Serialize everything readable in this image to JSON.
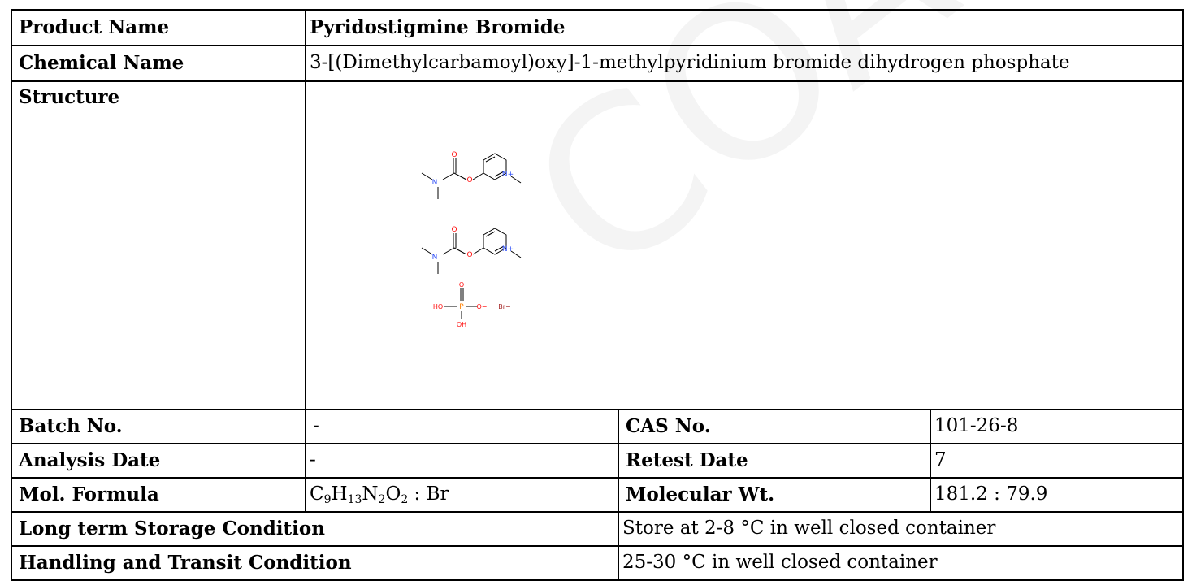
{
  "product": {
    "label": "Product Name",
    "value": "Pyridostigmine Bromide"
  },
  "chemical": {
    "label": "Chemical Name",
    "value": "3-[(Dimethylcarbamoyl)oxy]-1-methylpyridinium bromide dihydrogen phosphate"
  },
  "structure": {
    "label": "Structure",
    "atoms": {
      "oxygen": "O",
      "nitrogen": "N",
      "n_plus": "N+",
      "phosphorus": "P",
      "hydroxyl": "HO",
      "hydroxyl_b": "OH",
      "o_minus": "O−",
      "bromide": "Br−"
    },
    "colors": {
      "oxygen": "#ff0d0d",
      "nitrogen": "#3050f8",
      "phosphorus": "#ff8000",
      "bond": "#000000"
    }
  },
  "batch": {
    "label": "Batch No.",
    "value": "-"
  },
  "cas": {
    "label": "CAS No.",
    "value": "101-26-8"
  },
  "analysis": {
    "label": "Analysis Date",
    "value": "-"
  },
  "retest": {
    "label": "Retest Date",
    "value": "7"
  },
  "formula": {
    "label": "Mol. Formula",
    "c": "C",
    "c_n": "9",
    "h": "H",
    "h_n": "13",
    "n": "N",
    "n_n": "2",
    "o": "O",
    "o_n": "2",
    "suffix": " : Br"
  },
  "weight": {
    "label": "Molecular Wt.",
    "value": "181.2 : 79.9"
  },
  "storage": {
    "label": "Long term Storage Condition",
    "value": "Store at 2-8 °C in well closed container"
  },
  "handling": {
    "label": "Handling and Transit Condition",
    "value": "25-30 °C in well closed container"
  },
  "watermark": "COA"
}
